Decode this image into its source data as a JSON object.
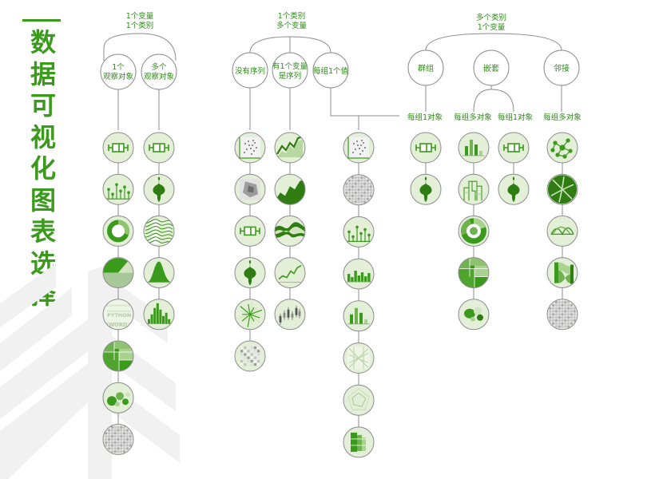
{
  "title": [
    "数",
    "据",
    "可",
    "视",
    "化",
    "图",
    "表",
    "选",
    "择"
  ],
  "colors": {
    "green": "#3a9a1c",
    "pale": "#e4efd8",
    "line": "#8c8c8c",
    "grey": "#9a9a9a",
    "dark": "#2f7d12",
    "label": "#2e8b18"
  },
  "groups": [
    {
      "line1": "1个变量",
      "line2": "1个类别"
    },
    {
      "line1": "1个类别",
      "line2": "多个变量"
    },
    {
      "line1": "多个类别",
      "line2": "1个变量"
    }
  ],
  "nodes": [
    {
      "line1": "1个",
      "line2": "观察对象"
    },
    {
      "line1": "多个",
      "line2": "观察对象"
    },
    {
      "line1": "没有序列",
      "line2": ""
    },
    {
      "line1": "有1个变量",
      "line2": "是序列"
    },
    {
      "line1": "每组1个值",
      "line2": ""
    },
    {
      "line1": "群组",
      "line2": ""
    },
    {
      "line1": "嵌套",
      "line2": ""
    },
    {
      "line1": "邻接",
      "line2": ""
    }
  ],
  "sublabels": [
    "每组1对象",
    "每组多对象",
    "每组1对象",
    "每组多对象"
  ],
  "columns": [
    {
      "icons": [
        "boxplot-icon",
        "lollipop-icon",
        "donut-icon",
        "pie-icon",
        "wordcloud-icon",
        "treemap-icon",
        "bubble-icon",
        "waffle-icon"
      ],
      "wordcloud": [
        "PYTHON",
        "WORD"
      ]
    },
    {
      "icons": [
        "boxplot-icon",
        "violin-icon",
        "ridgeline-icon",
        "density-icon",
        "histogram-icon"
      ]
    },
    {
      "icons": [
        "scatter-icon",
        "heatmap-2d-icon",
        "boxplot-icon",
        "violin-icon",
        "radial-icon",
        "dot-matrix-icon"
      ]
    },
    {
      "icons": [
        "line-area-icon",
        "area-icon",
        "streamgraph-icon",
        "line-icon",
        "candlestick-icon"
      ]
    },
    {
      "icons": [
        "scatter-icon",
        "waffle-icon",
        "lollipop-icon",
        "bar-icon",
        "grouped-bar-icon",
        "parallel-icon",
        "radar-icon",
        "stacked-bar-icon"
      ]
    },
    {
      "icons": [
        "boxplot-icon",
        "violin-icon"
      ]
    },
    {
      "icons": [
        "grouped-bar-icon",
        "dendrogram-icon",
        "sunburst-icon",
        "treemap-icon",
        "bubble-pack-icon"
      ]
    },
    {
      "icons": [
        "boxplot-icon",
        "violin-icon"
      ]
    },
    {
      "icons": [
        "network-icon",
        "chord-icon",
        "arc-icon",
        "sankey-icon",
        "waffle-icon"
      ]
    }
  ]
}
